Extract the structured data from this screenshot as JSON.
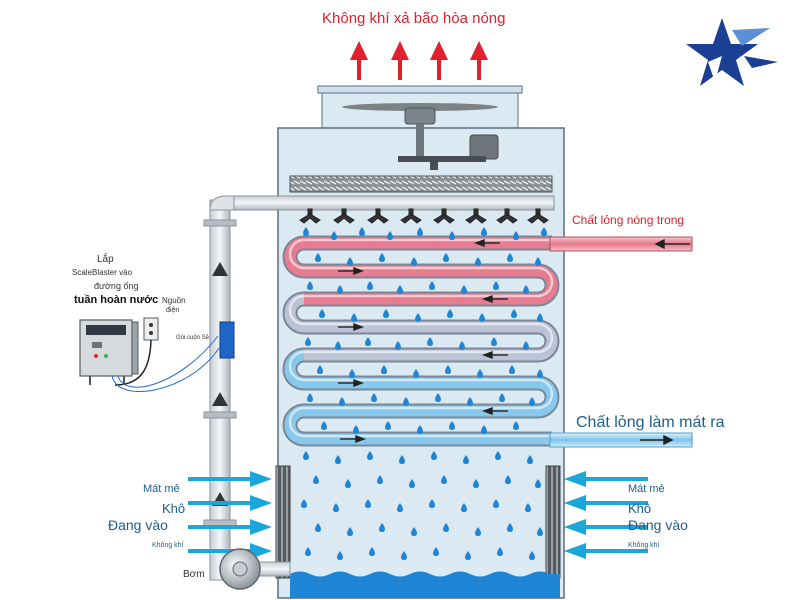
{
  "labels": {
    "exhaust": "Không khí xả bão hòa nóng",
    "hot_fluid_in": "Chất lỏng nóng trong",
    "cooled_fluid_out": "Chất lỏng làm mát ra",
    "scaleblaster_line1": "Lắp",
    "scaleblaster_line2": "ScaleBlaster vào",
    "scaleblaster_line3": "đường ống",
    "scaleblaster_line4": "tuần hoàn nước",
    "power_line1": "Nguồn",
    "power_line2": "điện",
    "coil_label": "Gói cuộn Sẽ",
    "air_left_1": "Mát mẻ",
    "air_left_2": "Khô",
    "air_left_3": "Đang vào",
    "air_left_4": "Không khí",
    "air_right_1": "Mát mẻ",
    "air_right_2": "Khô",
    "air_right_3": "Đang vào",
    "air_right_4": "Không khí",
    "pump": "Bơm"
  },
  "colors": {
    "hot": "#e0202c",
    "cool": "#1aa7dc",
    "tower_fill": "#dbe9f3",
    "outline": "#5a6e7f",
    "water": "#1f86d6",
    "logo": "#1b3f93",
    "logo_accent": "#5b8fd6"
  }
}
